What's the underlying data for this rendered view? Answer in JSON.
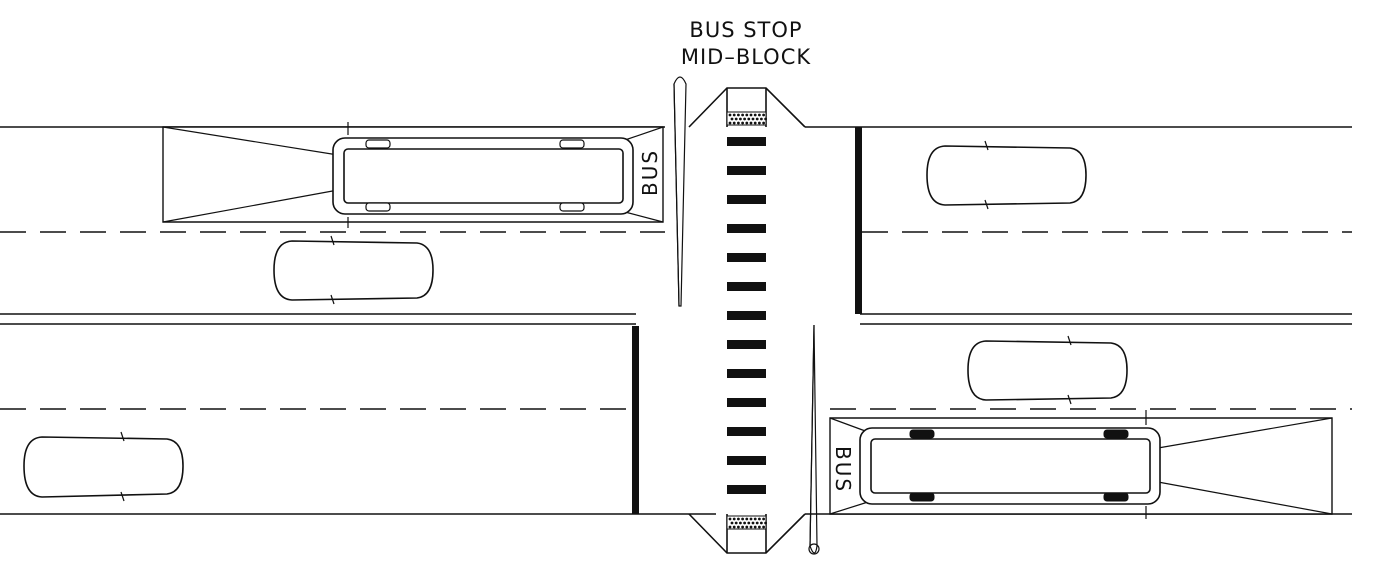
{
  "title": {
    "line1": "BUS STOP",
    "line2": "MID–BLOCK"
  },
  "buses": [
    {
      "label": "BUS",
      "direction": "westbound"
    },
    {
      "label": "BUS",
      "direction": "eastbound"
    }
  ],
  "crosswalk": {
    "stripe_count": 13
  },
  "colors": {
    "ink": "#111111",
    "background": "#ffffff"
  }
}
